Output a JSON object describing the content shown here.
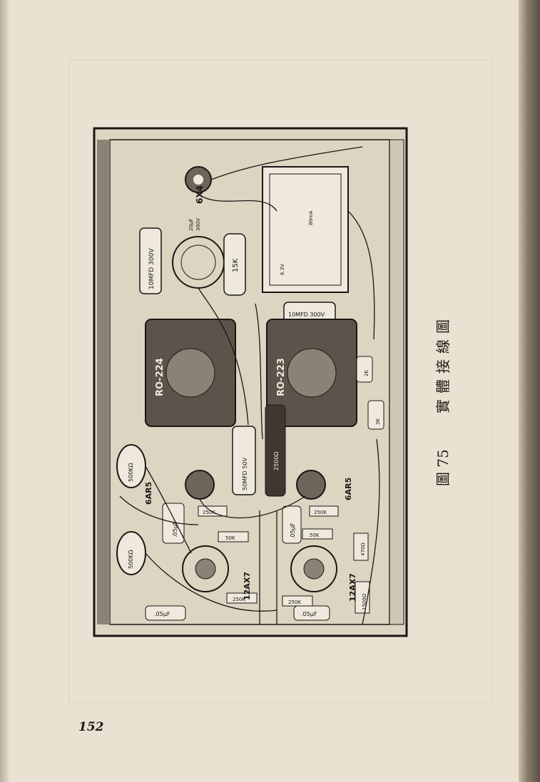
{
  "figure": {
    "caption_number": "圖 75",
    "caption_text": "實體接線圖",
    "tubes": {
      "rectifier": "6X4",
      "output_left": "6AR5",
      "output_right": "6AR5",
      "pre_left": "12AX7",
      "pre_right": "12AX7"
    },
    "transformers": {
      "left": "RO-224",
      "right": "RO-223"
    },
    "capacitors": {
      "c_10mfd": "10MFD 300V",
      "c_20uf": "20μF",
      "c_20uf_v": "300V",
      "c_10mfd_right": "10MFD 300V",
      "c_50mfd": "50MFD 50V",
      "c_05_a": ".05μF",
      "c_05_b": ".05μF",
      "c_05_c": ".05μF",
      "c_05_d": ".05μF"
    },
    "resistors": {
      "r_15k": "15K",
      "r_250k_a": "250K",
      "r_250k_b": "250K",
      "r_250k_c": "250K",
      "r_250k_d": "250K",
      "r_50k_a": "50K",
      "r_50k_b": "50K",
      "r_470": "470Ω",
      "r_3k": "3K",
      "r_2k": "2K",
      "r_2500": "2500Ω",
      "r_1500": "1500Ω"
    },
    "pots": {
      "pot_left": "500KΩ",
      "pot_right": "500KΩ"
    },
    "power_labels": {
      "ac": "6.3V",
      "ma": "80mA"
    }
  },
  "page_number": "152"
}
